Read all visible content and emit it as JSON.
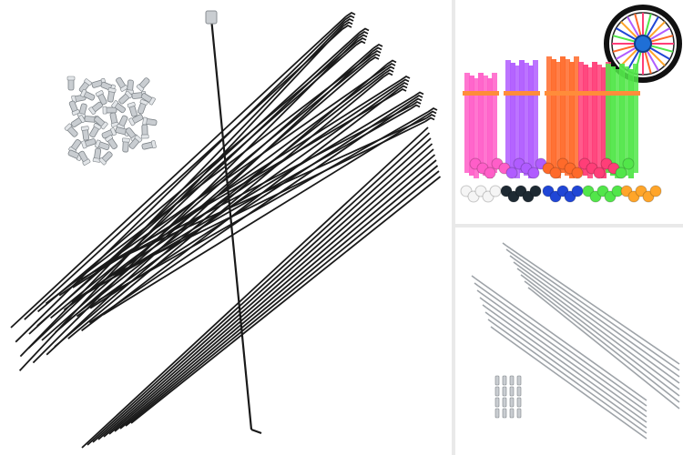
{
  "collage": {
    "panels": [
      {
        "name": "main-product-photo",
        "subject": "black-spokes-with-silver-nipples"
      },
      {
        "name": "top-right-product-photo",
        "subject": "colored-spoke-covers-with-wheel"
      },
      {
        "name": "bottom-right-product-photo",
        "subject": "silver-spokes-with-nipples"
      }
    ]
  },
  "colors": {
    "background": "#e9e9e9",
    "panel": "#ffffff",
    "spoke_black": "#1a1a1a",
    "spoke_silver": "#9ea3a8",
    "nipple_silver": "#c9cdd1",
    "cover_colors": [
      "#f5f5f5",
      "#ff5ec8",
      "#b05cff",
      "#ff6a2a",
      "#ff3e78",
      "#52e64a",
      "#1e2a33",
      "#2046d6",
      "#ffa52a"
    ]
  }
}
